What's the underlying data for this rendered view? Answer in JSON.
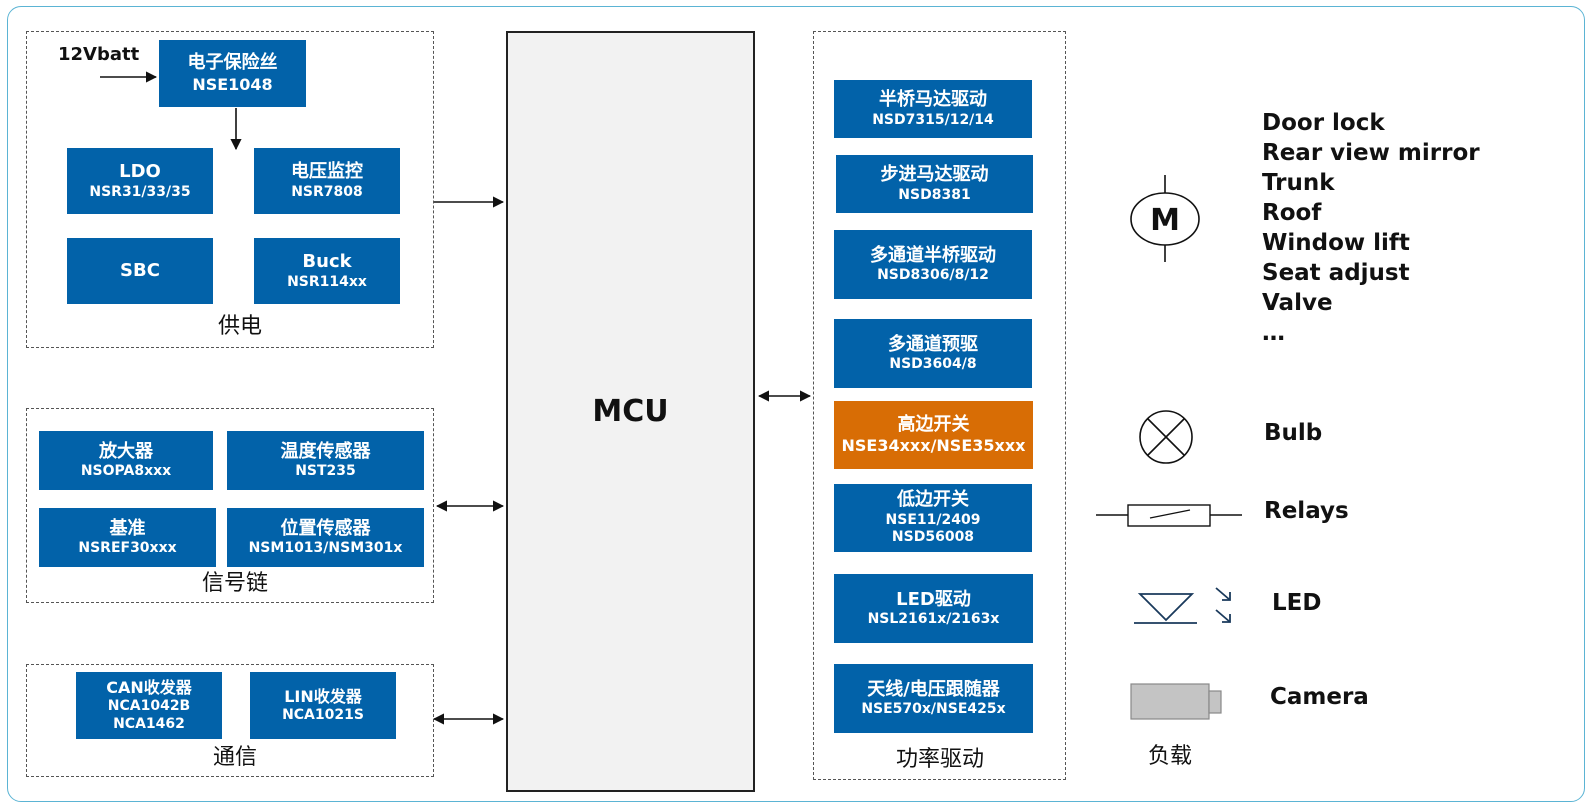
{
  "mcu": {
    "label": "MCU"
  },
  "supply": {
    "input_label": "12Vbatt",
    "group_label": "供电",
    "fuse": {
      "line1": "电子保险丝",
      "line2": "NSE1048"
    },
    "ldo": {
      "line1": "LDO",
      "line2": "NSR31/33/35"
    },
    "voltage_monitor": {
      "line1": "电压监控",
      "line2": "NSR7808"
    },
    "sbc": {
      "line1": "SBC"
    },
    "buck": {
      "line1": "Buck",
      "line2": "NSR114xx"
    }
  },
  "signal_chain": {
    "group_label": "信号链",
    "amplifier": {
      "line1": "放大器",
      "line2": "NSOPA8xxx"
    },
    "temp_sensor": {
      "line1": "温度传感器",
      "line2": "NST235"
    },
    "reference": {
      "line1": "基准",
      "line2": "NSREF30xxx"
    },
    "position_sensor": {
      "line1": "位置传感器",
      "line2": "NSM1013/NSM301x"
    }
  },
  "communication": {
    "group_label": "通信",
    "can": {
      "line1": "CAN收发器",
      "line2": "NCA1042B",
      "line3": "NCA1462"
    },
    "lin": {
      "line1": "LIN收发器",
      "line2": "NCA1021S"
    }
  },
  "power_drive": {
    "group_label": "功率驱动",
    "half_bridge_motor": {
      "line1": "半桥马达驱动",
      "line2": "NSD7315/12/14"
    },
    "stepper_motor": {
      "line1": "步进马达驱动",
      "line2": "NSD8381"
    },
    "multi_half_bridge": {
      "line1": "多通道半桥驱动",
      "line2": "NSD8306/8/12"
    },
    "multi_predriver": {
      "line1": "多通道预驱",
      "line2": "NSD3604/8"
    },
    "high_side_switch": {
      "line1": "高边开关",
      "line2": "NSE34xxx/NSE35xxx"
    },
    "low_side_switch": {
      "line1": "低边开关",
      "line2": "NSE11/2409",
      "line3": "NSD56008"
    },
    "led_driver": {
      "line1": "LED驱动",
      "line2": "NSL2161x/2163x"
    },
    "antenna_tracker": {
      "line1": "天线/电压跟随器",
      "line2": "NSE570x/NSE425x"
    }
  },
  "loads": {
    "group_label": "负载",
    "motor_symbol": "M",
    "motor_loads": [
      "Door lock",
      "Rear view mirror",
      "Trunk",
      "Roof",
      "Window lift",
      "Seat adjust",
      "Valve",
      "…"
    ],
    "bulb": "Bulb",
    "relays": "Relays",
    "led": "LED",
    "camera": "Camera"
  },
  "colors": {
    "block_blue": "#0262a9",
    "block_orange": "#d86d05",
    "frame": "#5bb4d4"
  }
}
